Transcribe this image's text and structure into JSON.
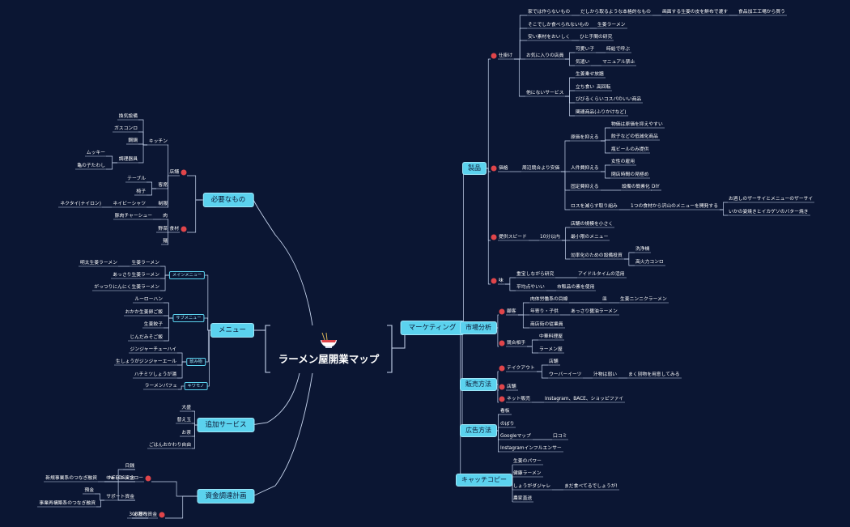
{
  "title": "ラーメン屋開業マップ",
  "icon": "ramen-bowl-icon",
  "colors": {
    "background": "#0b1633",
    "box": "#5bd2ee",
    "dot": "#e0454a",
    "line": "#c8d6ef"
  },
  "branches": {
    "marketing": {
      "label": "マーケティング",
      "product": {
        "label": "製品",
        "shikake": {
          "label": "仕掛け",
          "items": [
            "家では作らないもの",
            "だしから取るような本格的なもの",
            "画面する生姜の皮を鮮布で漉す",
            "食品加工工場から買う",
            "そこでしか食べられないもの",
            "生姜ラーメン",
            "安い素材をおいしく",
            "ひと手間の研究",
            "お気に入りの店員",
            "可愛い子",
            "時給で呼ぶ",
            "気遣い",
            "マニュアル禁止",
            "他にないサービス",
            "生姜乗せ放題",
            "立ち食い",
            "高回転",
            "びびるくらいコスパのいい商品",
            "関連商品(ふりかけなど)"
          ]
        },
        "price": {
          "label": "価格",
          "items": [
            "周辺競合より安価",
            "原価を抑える",
            "物価は原価を抑えやすい",
            "餃子などの低減化商品",
            "瓶ビールのみ提供",
            "人件費抑える",
            "女性の雇用",
            "閉店時間の見極め",
            "固定費抑える",
            "設備の簡素化",
            "DIY",
            "ロスを減らす取り組み",
            "1つの食材から沢山のメニューを開発する",
            "お酒しのザーサイとメニューのザーサイ",
            "いかの姿焼きとイカゲソのバター焼き"
          ]
        },
        "speed": {
          "label": "提供スピード",
          "items": [
            "10分以内",
            "店舗の規模を小さく",
            "最小限のメニュー",
            "効率化のための設備投資",
            "洗浄機",
            "高火力コンロ"
          ]
        },
        "taste": {
          "label": "味",
          "items": [
            "重宝しながら研究",
            "アイドルタイムの活用",
            "平均点やいい",
            "市販品の素を使用"
          ]
        }
      },
      "market": {
        "label": "市場分析",
        "customer": {
          "label": "顧客",
          "items": [
            "肉体労働系の目線",
            "皿",
            "生姜ニンニクラーメン",
            "年寄り・子供",
            "あっさり醤油ラーメン",
            "商店街の従業員"
          ]
        },
        "competitor": {
          "label": "競合相手",
          "items": [
            "中華料理屋",
            "ラーメン屋"
          ]
        }
      },
      "sales": {
        "label": "販売方法",
        "takeout": {
          "label": "テイクアウト",
          "items": [
            "店舗",
            "ウーバーイーツ",
            "汁物は弱い",
            "まく別物を用意してみる"
          ]
        },
        "store": {
          "label": "店舗"
        },
        "online": {
          "label": "ネット販売",
          "items": [
            "Instagram、BACE、ショッピファイ"
          ]
        }
      },
      "ads": {
        "label": "広告方法",
        "items": [
          "看板",
          "のぼり",
          "Googleマップ",
          "口コミ",
          "Instagramインフルエンサー"
        ]
      },
      "copy": {
        "label": "キャッチコピー",
        "items": [
          "生姜のパワー",
          "健康ラーメン",
          "しょうがダジャレ",
          "まだ食べてるでしょうが!",
          "農家直送"
        ]
      }
    },
    "needs": {
      "label": "必要なもの",
      "store": {
        "label": "店舗",
        "items": [
          "キッチン",
          "換気設備",
          "ガスコンロ",
          "鋼鍋",
          "調理器具",
          "ムッキー",
          "亀の子たわし",
          "客席",
          "テーブル",
          "椅子",
          "制服",
          "ネイビーシャツ",
          "ネクタイ(ナイロン)"
        ]
      },
      "ingredients": {
        "label": "食材",
        "items": [
          "肉",
          "豚肉チャーシュー",
          "野菜",
          "麺"
        ]
      }
    },
    "menu": {
      "label": "メニュー",
      "main": {
        "label": "メインメニュー",
        "items": [
          "生姜ラーメン",
          "明太生姜ラーメン",
          "あっさり生姜ラーメン",
          "がっつりにんにく生姜ラーメン"
        ]
      },
      "side": {
        "label": "サブメニュー",
        "items": [
          "ルーローハン",
          "おかか生姜卵ご飯",
          "生姜餃子",
          "じんだみそご飯"
        ]
      },
      "drink": {
        "label": "飲み物",
        "items": [
          "ジンジャーチューハイ",
          "生しょうがジンジャーエール",
          "ハチミツしょうが湯"
        ]
      },
      "novelty": {
        "label": "キワモノ",
        "items": [
          "ラーメンパフェ"
        ]
      }
    },
    "service": {
      "label": "追加サービス",
      "items": [
        "大盛",
        "替え玉",
        "お茶",
        "ごはんおかわり自由"
      ]
    },
    "funding": {
      "label": "資金調達計画",
      "cashflow": {
        "label": "キャッシュフロー",
        "items": [
          "日銭",
          "NEEDS資金",
          "新規事業系のつなぎ融資",
          "サポート資金",
          "預金",
          "事業再構築系のつなぎ融資"
        ]
      },
      "required": {
        "label": "必要な資金",
        "items": [
          "300万円"
        ]
      }
    }
  }
}
